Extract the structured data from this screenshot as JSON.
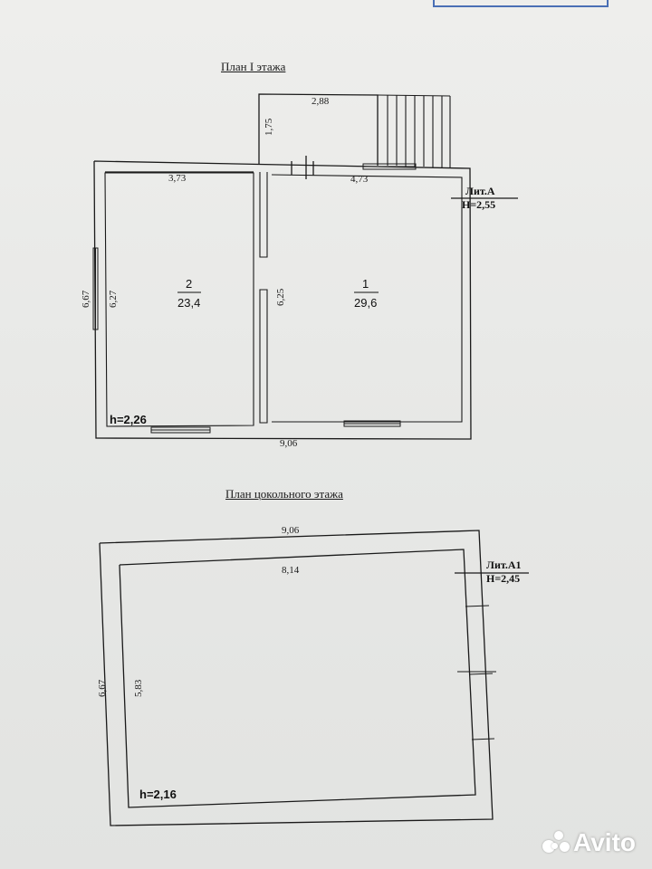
{
  "floor1": {
    "title": "План I этажа",
    "lit": "Лит.А",
    "height_total": "H=2,55",
    "height_inner": "h=2,26",
    "dims": {
      "porch_width": "2,88",
      "porch_depth": "1,75",
      "room2_width": "3,73",
      "room1_width": "4,73",
      "outer_height": "6,67",
      "inner_height": "6,27",
      "partition_height": "6,25",
      "outer_width": "9,06"
    },
    "rooms": [
      {
        "number": "2",
        "area": "23,4"
      },
      {
        "number": "1",
        "area": "29,6"
      }
    ]
  },
  "basement": {
    "title": "План цокольного этажа",
    "lit": "Лит.А1",
    "height_total": "H=2,45",
    "height_inner": "h=2,16",
    "dims": {
      "outer_width": "9,06",
      "inner_width": "8,14",
      "outer_height": "6,67",
      "inner_height": "5,83"
    }
  },
  "watermark": {
    "text": "Avito"
  },
  "colors": {
    "ink": "#1a1a1a",
    "paper": "#eeeeec",
    "stamp": "#4a6fb5"
  }
}
